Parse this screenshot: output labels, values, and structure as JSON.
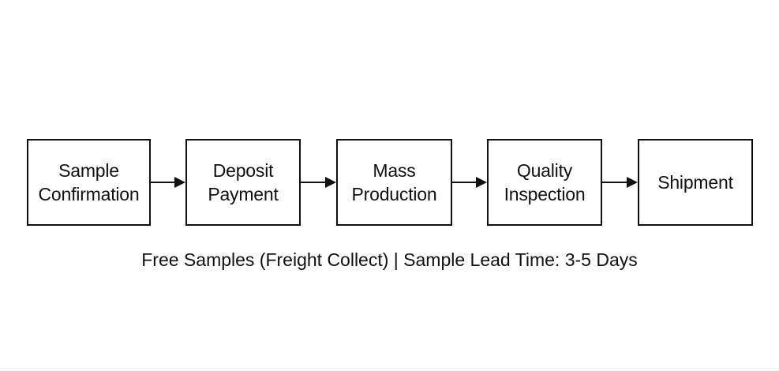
{
  "steps": [
    {
      "label": "Sample\nConfirmation"
    },
    {
      "label": "Deposit\nPayment"
    },
    {
      "label": "Mass\nProduction"
    },
    {
      "label": "Quality\nInspection"
    },
    {
      "label": "Shipment"
    }
  ],
  "footnote": "Free Samples (Freight Collect) | Sample Lead Time: 3-5 Days",
  "colors": {
    "stroke": "#111111",
    "background": "#ffffff"
  }
}
